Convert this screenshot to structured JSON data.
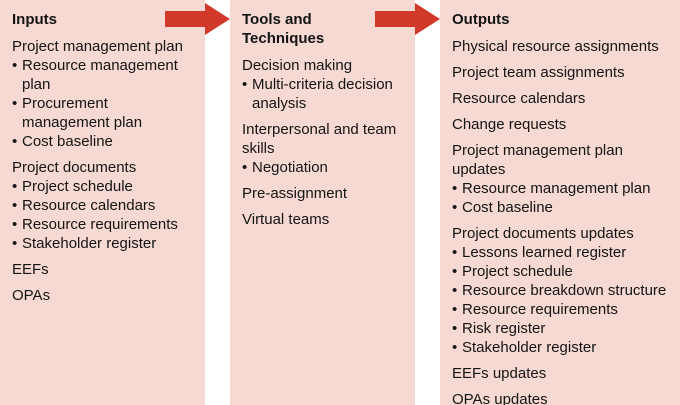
{
  "theme": {
    "page_bg": "#ffffff",
    "panel_bg": "#f6d9d2",
    "arrow_color": "#d13a2b",
    "text_color": "#141414"
  },
  "bullet_char": "•",
  "icons": [
    "arrow-right-icon",
    "arrow-right-icon"
  ],
  "columns": [
    {
      "title": "Inputs",
      "groups": [
        {
          "label": "Project management plan",
          "bullets": [
            "Resource management\nplan",
            "Procurement\nmanagement plan",
            "Cost baseline"
          ]
        },
        {
          "label": "Project documents",
          "bullets": [
            "Project schedule",
            "Resource calendars",
            "Resource requirements",
            "Stakeholder register"
          ]
        },
        {
          "label": "EEFs",
          "bullets": []
        },
        {
          "label": "OPAs",
          "bullets": []
        }
      ]
    },
    {
      "title": "Tools and\nTechniques",
      "groups": [
        {
          "label": "Decision making",
          "bullets": [
            "Multi-criteria decision\nanalysis"
          ]
        },
        {
          "label": "Interpersonal and team\nskills",
          "bullets": [
            "Negotiation"
          ]
        },
        {
          "label": "Pre-assignment",
          "bullets": []
        },
        {
          "label": "Virtual teams",
          "bullets": []
        }
      ]
    },
    {
      "title": "Outputs",
      "groups": [
        {
          "label": "Physical resource assignments",
          "bullets": []
        },
        {
          "label": "Project team assignments",
          "bullets": []
        },
        {
          "label": "Resource calendars",
          "bullets": []
        },
        {
          "label": "Change requests",
          "bullets": []
        },
        {
          "label": "Project management plan\nupdates",
          "bullets": [
            "Resource management plan",
            "Cost baseline"
          ]
        },
        {
          "label": "Project documents updates",
          "bullets": [
            "Lessons learned register",
            "Project schedule",
            "Resource breakdown structure",
            "Resource requirements",
            "Risk register",
            "Stakeholder register"
          ]
        },
        {
          "label": "EEFs updates",
          "bullets": []
        },
        {
          "label": "OPAs updates",
          "bullets": []
        }
      ]
    }
  ]
}
